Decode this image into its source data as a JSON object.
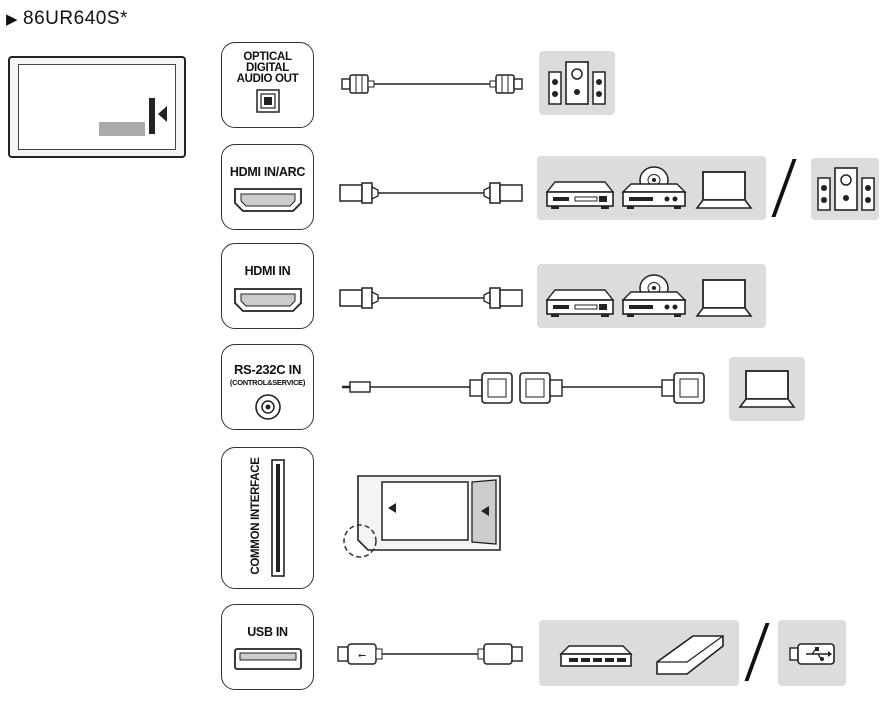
{
  "header": {
    "model": "86UR640S*",
    "marker": "▶"
  },
  "ports": [
    {
      "id": "optical",
      "label_lines": [
        "OPTICAL",
        "DIGITAL",
        "AUDIO OUT"
      ]
    },
    {
      "id": "hdmi_arc",
      "label": "HDMI IN/ARC"
    },
    {
      "id": "hdmi",
      "label": "HDMI IN"
    },
    {
      "id": "rs232",
      "label": "RS-232C IN",
      "sublabel": "(CONTROL&SERVICE)"
    },
    {
      "id": "ci",
      "label": "COMMON INTERFACE"
    },
    {
      "id": "usb",
      "label": "USB IN"
    }
  ],
  "devices": {
    "optical": [
      "speaker-system-icon"
    ],
    "hdmi_arc": [
      "set-top-box-icon",
      "dvd-player-icon",
      "laptop-icon",
      "speaker-system-icon"
    ],
    "hdmi": [
      "set-top-box-icon",
      "dvd-player-icon",
      "laptop-icon"
    ],
    "rs232": [
      "laptop-icon"
    ],
    "ci": [
      "ci-module-icon"
    ],
    "usb": [
      "usb-hub-icon",
      "external-hdd-icon",
      "usb-drive-icon"
    ]
  },
  "colors": {
    "panel": "#dcdcdc",
    "line": "#222222"
  }
}
